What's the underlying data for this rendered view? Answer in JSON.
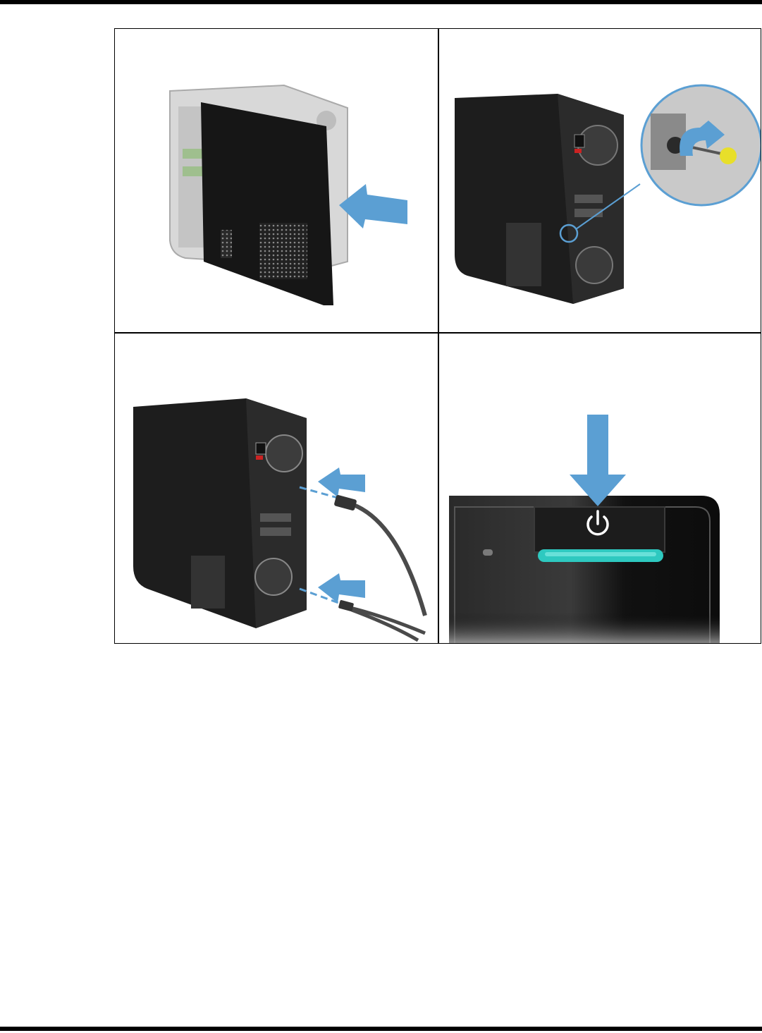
{
  "document": {
    "figure_panels": [
      {
        "id": "panel-1",
        "depicts": "replace-side-access-panel"
      },
      {
        "id": "panel-2",
        "depicts": "tighten-thumbscrew"
      },
      {
        "id": "panel-3",
        "depicts": "connect-power-and-cables"
      },
      {
        "id": "panel-4",
        "depicts": "press-power-button"
      }
    ],
    "colors": {
      "arrow": "#5b9fd3",
      "chassis": "#1d1d1d",
      "power_led": "#2ec9c0",
      "screwdriver": "#e8df2a"
    }
  }
}
